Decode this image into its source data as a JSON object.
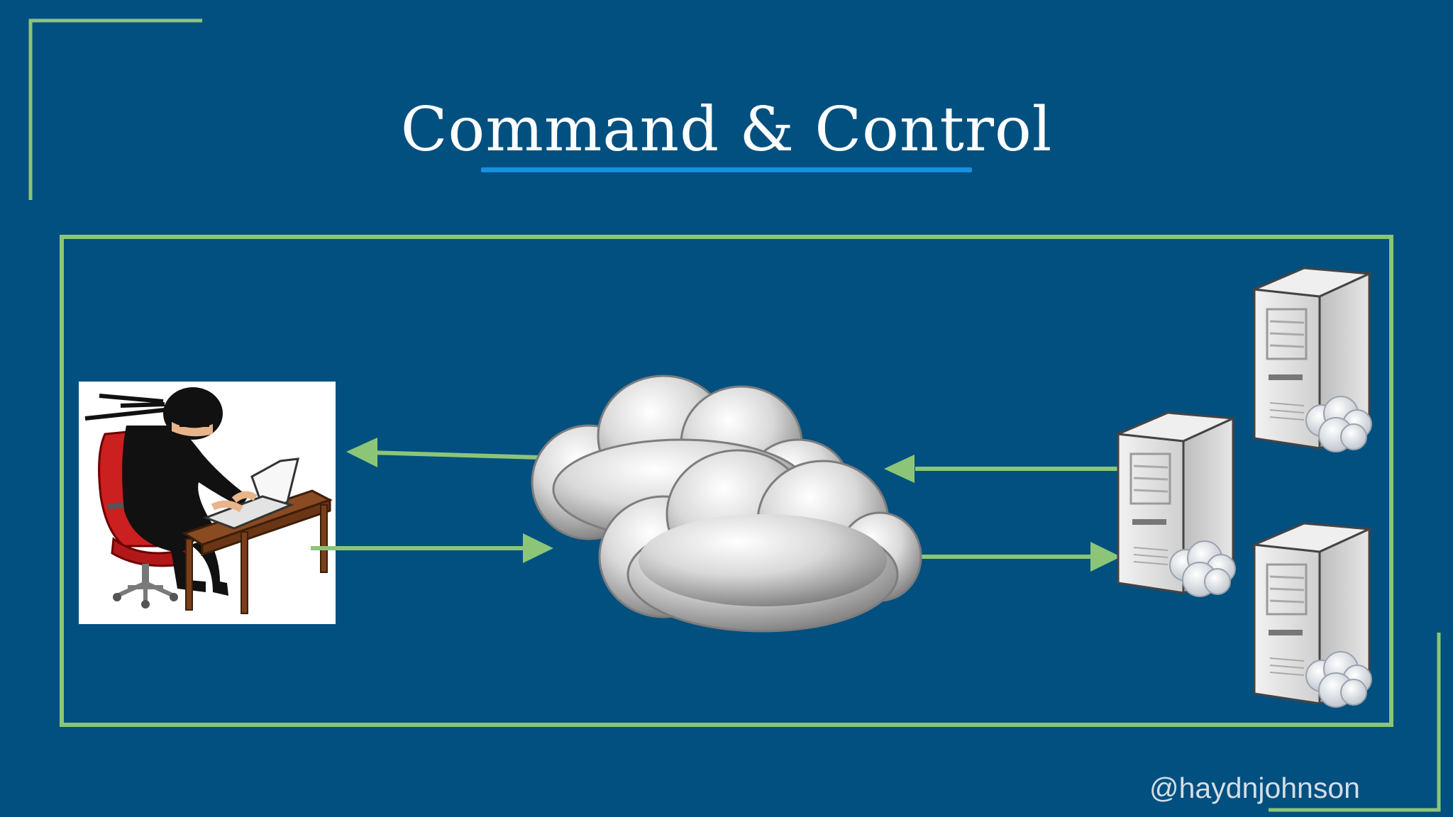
{
  "slide": {
    "title": "Command & Control",
    "handle": "@haydnjohnson"
  },
  "diagram": {
    "nodes": [
      {
        "id": "attacker",
        "kind": "ninja-hacker-at-laptop"
      },
      {
        "id": "internet",
        "kind": "cloud"
      },
      {
        "id": "server-top",
        "kind": "server-tower"
      },
      {
        "id": "server-middle",
        "kind": "server-tower"
      },
      {
        "id": "server-bottom",
        "kind": "server-tower"
      }
    ],
    "edges": [
      {
        "from": "internet",
        "to": "attacker"
      },
      {
        "from": "attacker",
        "to": "internet"
      },
      {
        "from": "server-middle",
        "to": "internet"
      },
      {
        "from": "internet",
        "to": "server-middle"
      }
    ]
  },
  "colors": {
    "background": "#02507f",
    "accent_green": "#8cc577",
    "title_underline": "#1591e0",
    "title_text": "#ffffff",
    "handle_text": "#d4dde6"
  }
}
